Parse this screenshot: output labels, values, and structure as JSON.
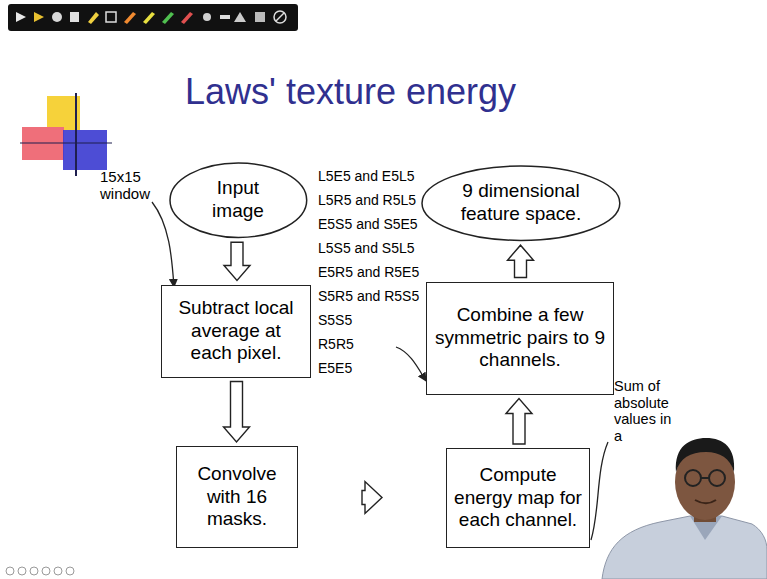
{
  "diagram": {
    "title": "Laws' texture energy",
    "nodes": [
      {
        "text": [
          "Input image"
        ]
      },
      {
        "text": [
          "Subtract local average at each pixel."
        ]
      },
      {
        "text": [
          "Convolve with 16 masks."
        ]
      },
      {
        "text": [
          "Compute energy map for each channel."
        ]
      },
      {
        "text": [
          "Combine a few symmetric pairs to 9 channels."
        ]
      },
      {
        "text": [
          "9 dimensional feature space."
        ]
      }
    ],
    "edges": [
      {
        "from": 0,
        "to": 1,
        "arrow": "to"
      },
      {
        "from": 1,
        "to": 2,
        "arrow": "to"
      },
      {
        "from": 2,
        "to": 3,
        "arrow": "to"
      },
      {
        "from": 3,
        "to": 4,
        "arrow": "to"
      },
      {
        "from": 4,
        "to": 5,
        "arrow": "to"
      }
    ],
    "labels": [
      "15x15 window",
      "L5E5 and E5L5",
      "L5R5 and R5L5",
      "E5S5 and S5E5",
      "L5S5 and S5L5",
      "E5R5 and R5E5",
      "S5R5 and R5S5",
      "S5S5",
      "R5R5",
      "E5E5",
      "Sum of absolute values in a"
    ]
  }
}
